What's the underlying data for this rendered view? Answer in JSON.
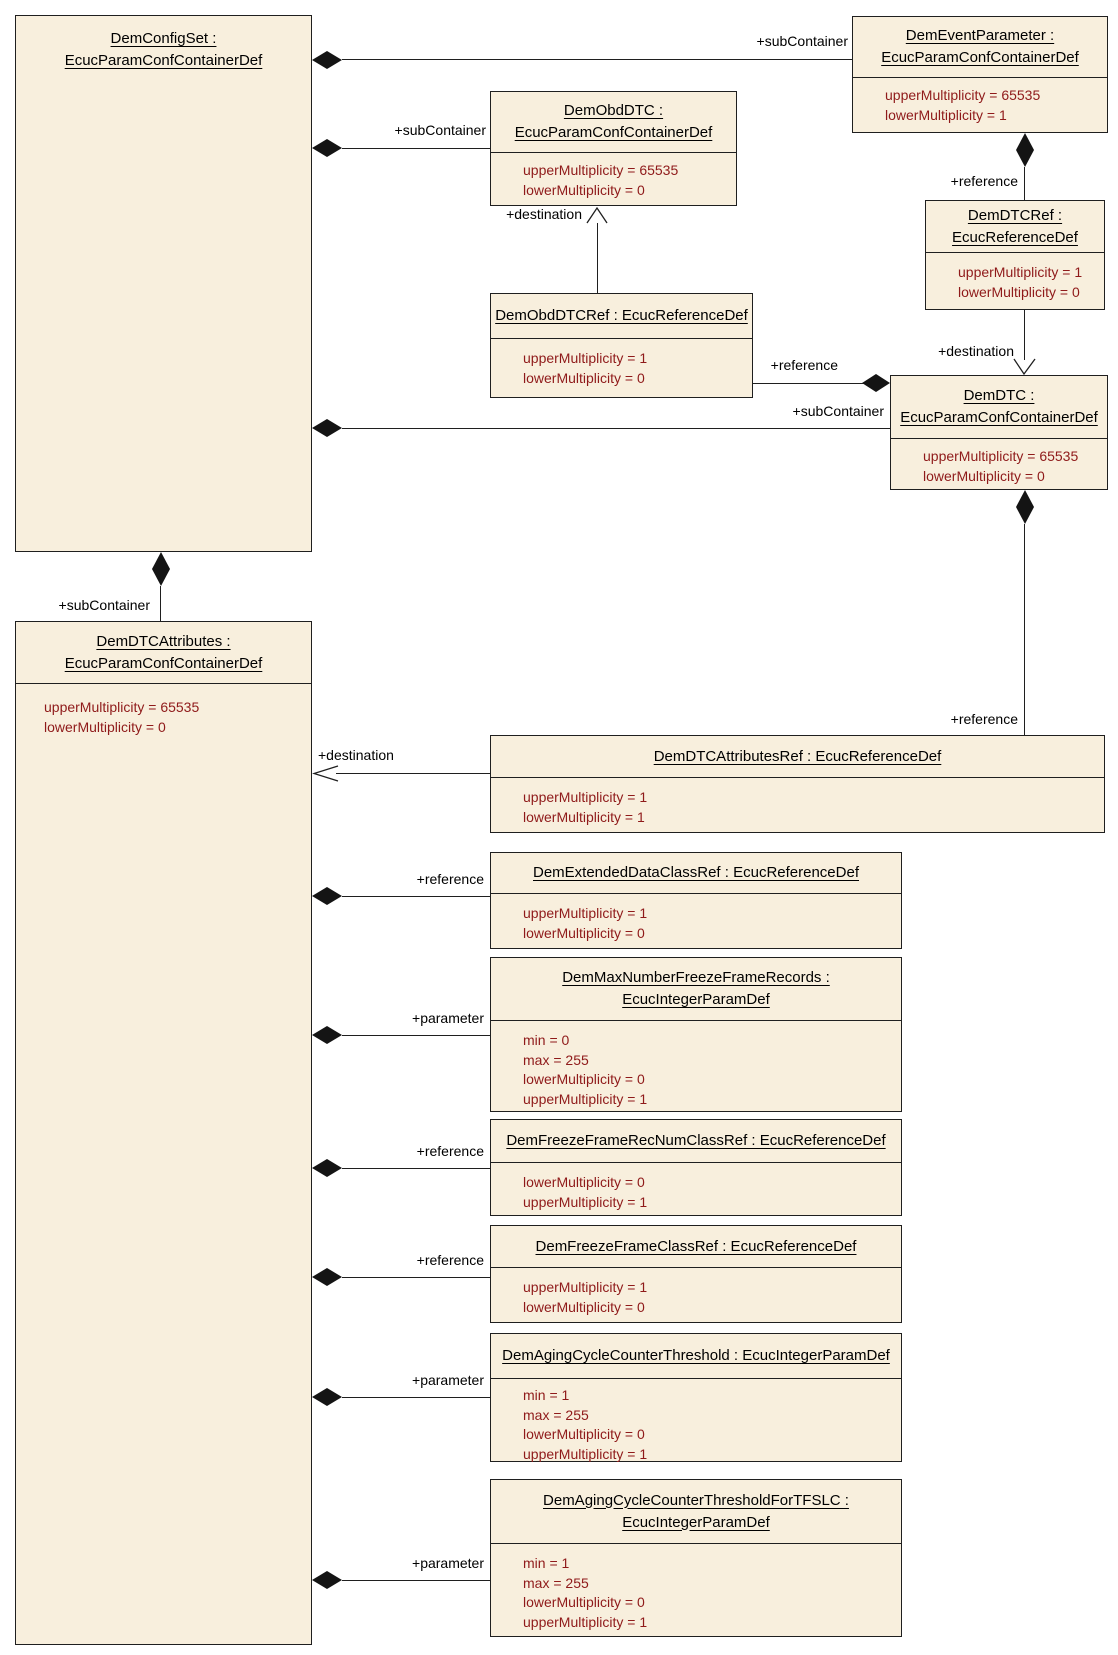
{
  "colors": {
    "box_fill": "#F8EFDD",
    "box_border": "#1F1F1F",
    "attribute_text": "#8F1A1A",
    "title_text": "#000000",
    "connector": "#1F1F1F",
    "background": "#FFFFFF"
  },
  "boxes": {
    "config_set": {
      "title_lines": [
        "DemConfigSet :",
        "EcucParamConfContainerDef"
      ],
      "attrs": []
    },
    "event_parameter": {
      "title_lines": [
        "DemEventParameter :",
        "EcucParamConfContainerDef"
      ],
      "attrs": [
        "upperMultiplicity = 65535",
        "lowerMultiplicity = 1"
      ]
    },
    "obd_dtc": {
      "title_lines": [
        "DemObdDTC :",
        "EcucParamConfContainerDef"
      ],
      "attrs": [
        "upperMultiplicity = 65535",
        "lowerMultiplicity = 0"
      ]
    },
    "dtc_ref": {
      "title_lines": [
        "DemDTCRef :",
        "EcucReferenceDef"
      ],
      "attrs": [
        "upperMultiplicity = 1",
        "lowerMultiplicity = 0"
      ]
    },
    "obd_dtc_ref": {
      "title_lines": [
        "DemObdDTCRef : EcucReferenceDef"
      ],
      "attrs": [
        "upperMultiplicity = 1",
        "lowerMultiplicity = 0"
      ]
    },
    "dtc": {
      "title_lines": [
        "DemDTC :",
        "EcucParamConfContainerDef"
      ],
      "attrs": [
        "upperMultiplicity = 65535",
        "lowerMultiplicity = 0"
      ]
    },
    "dtc_attributes": {
      "title_lines": [
        "DemDTCAttributes :",
        "EcucParamConfContainerDef"
      ],
      "attrs": [
        "upperMultiplicity = 65535",
        "lowerMultiplicity = 0"
      ]
    },
    "dtc_attributes_ref": {
      "title_lines": [
        "DemDTCAttributesRef : EcucReferenceDef"
      ],
      "attrs": [
        "upperMultiplicity = 1",
        "lowerMultiplicity = 1"
      ]
    },
    "extended_data_class_ref": {
      "title_lines": [
        "DemExtendedDataClassRef : EcucReferenceDef"
      ],
      "attrs": [
        "upperMultiplicity = 1",
        "lowerMultiplicity = 0"
      ]
    },
    "max_number_freeze_frame_records": {
      "title_lines": [
        "DemMaxNumberFreezeFrameRecords :",
        "EcucIntegerParamDef"
      ],
      "attrs": [
        "min = 0",
        "max = 255",
        "lowerMultiplicity = 0",
        "upperMultiplicity = 1"
      ]
    },
    "freeze_frame_rec_num_class_ref": {
      "title_lines": [
        "DemFreezeFrameRecNumClassRef : EcucReferenceDef"
      ],
      "attrs": [
        "lowerMultiplicity = 0",
        "upperMultiplicity = 1"
      ]
    },
    "freeze_frame_class_ref": {
      "title_lines": [
        "DemFreezeFrameClassRef : EcucReferenceDef"
      ],
      "attrs": [
        "upperMultiplicity = 1",
        "lowerMultiplicity = 0"
      ]
    },
    "aging_cycle_counter_threshold": {
      "title_lines": [
        "DemAgingCycleCounterThreshold : EcucIntegerParamDef"
      ],
      "attrs": [
        "min = 1",
        "max = 255",
        "lowerMultiplicity = 0",
        "upperMultiplicity = 1"
      ]
    },
    "aging_cycle_counter_threshold_for_tfslc": {
      "title_lines": [
        "DemAgingCycleCounterThresholdForTFSLC :",
        "EcucIntegerParamDef"
      ],
      "attrs": [
        "min = 1",
        "max = 255",
        "lowerMultiplicity = 0",
        "upperMultiplicity = 1"
      ]
    }
  },
  "connector_labels": {
    "config_to_event": "+subContainer",
    "config_to_obd_dtc": "+subContainer",
    "config_to_dtc": "+subContainer",
    "config_to_dtc_attributes": "+subContainer",
    "obd_dtc_ref_destination": "+destination",
    "obd_dtc_ref_reference": "+reference",
    "event_to_dtc_ref": "+reference",
    "dtc_ref_destination": "+destination",
    "dtc_to_dtc_attributes_ref": "+reference",
    "dtc_attributes_ref_destination": "+destination",
    "extended_data_class_reference": "+reference",
    "max_number_parameter": "+parameter",
    "rec_num_class_reference": "+reference",
    "freeze_frame_class_reference": "+reference",
    "aging_threshold_parameter": "+parameter",
    "aging_threshold_tfslc_parameter": "+parameter"
  }
}
